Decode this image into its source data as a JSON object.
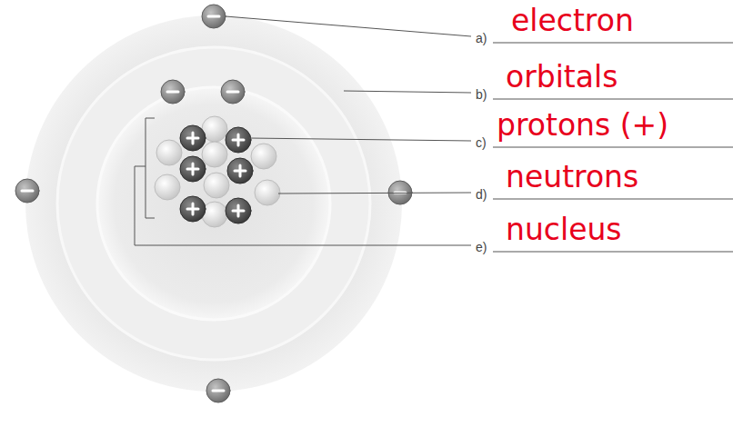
{
  "diagram": {
    "labels": [
      "a)",
      "electron",
      "b)",
      "orbitals",
      "c)",
      "protons (+)",
      "d)",
      "neutrons",
      "e)",
      "nucleus"
    ]
  }
}
